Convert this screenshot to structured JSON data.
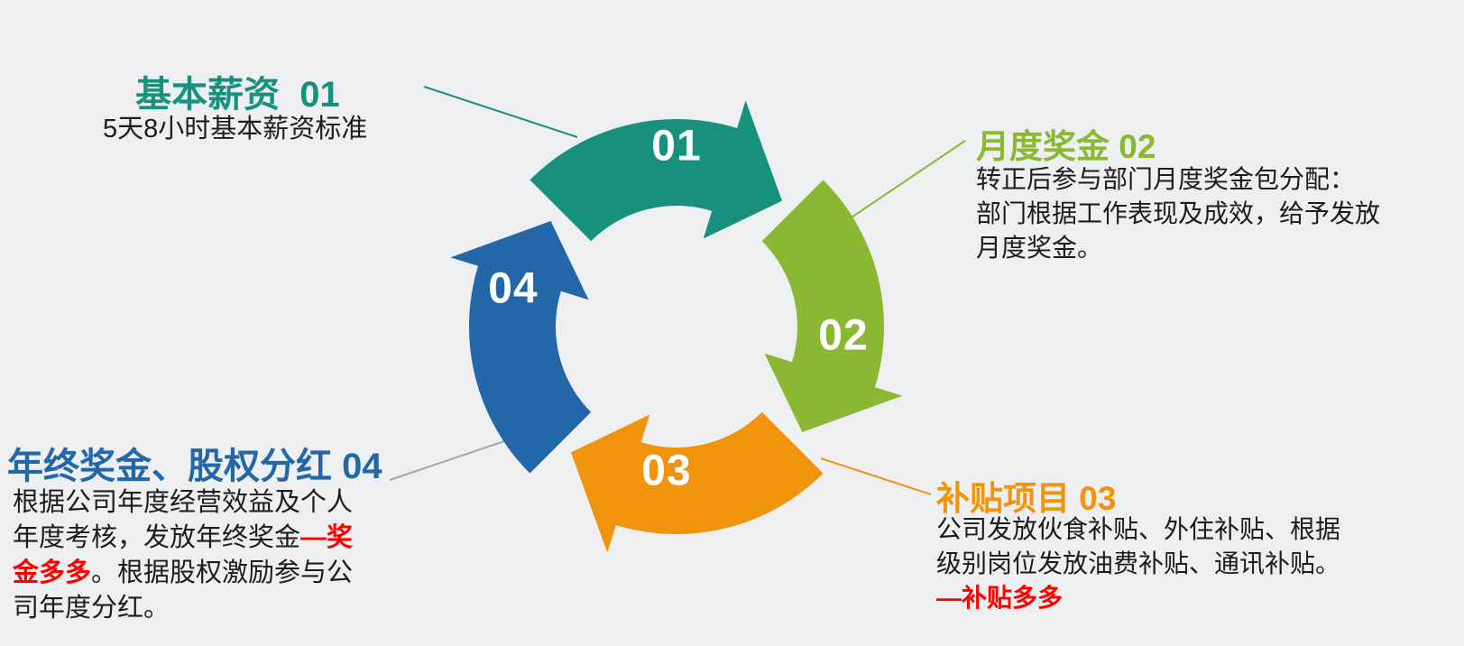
{
  "colors": {
    "background": "#edeff1",
    "body_text": "#1c1c1c",
    "red": "#fe0000",
    "white": "#ffffff",
    "connector_gray": "#a6a6a6"
  },
  "cycle": {
    "segments": [
      {
        "number": "01",
        "color": "#17907d"
      },
      {
        "number": "02",
        "color": "#8bb832"
      },
      {
        "number": "03",
        "color": "#f0930d"
      },
      {
        "number": "04",
        "color": "#2467a8"
      }
    ]
  },
  "labels": {
    "basic": {
      "title": "基本薪资  01",
      "body": "5天8小时基本薪资标准",
      "accent": "#17907d"
    },
    "monthly": {
      "title": "月度奖金 02",
      "line1": "转正后参与部门月度奖金包分配：",
      "line2": "部门根据工作表现及成效，给予发放",
      "line3": "月度奖金。",
      "accent": "#8bb832"
    },
    "subsidy": {
      "title": "补贴项目 03",
      "line1": "公司发放伙食补贴、外住补贴、根据",
      "line2": "级别岗位发放油费补贴、通讯补贴。",
      "red_line": "—补贴多多",
      "accent": "#f0930d"
    },
    "annual": {
      "title": "年终奖金、股权分红 04",
      "line1": "根据公司年度经营效益及个人",
      "line2_black": "年度考核，发放年终奖金",
      "line2_red": "—奖",
      "line3_red": "金多多",
      "line3_black": "。根据股权激励参与公",
      "line4": "司年度分红。",
      "accent": "#2467a8"
    }
  }
}
